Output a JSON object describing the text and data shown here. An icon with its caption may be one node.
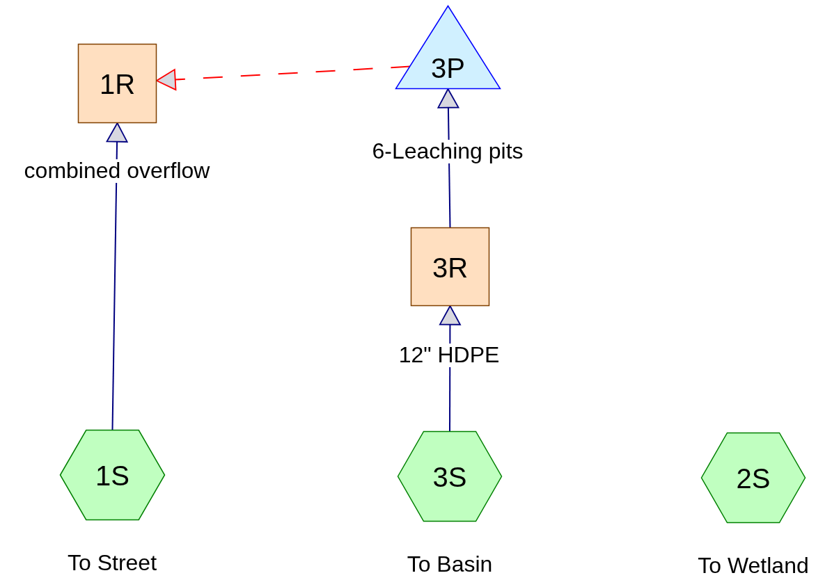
{
  "diagram": {
    "nodes": [
      {
        "text": [
          "1R"
        ],
        "beside": [
          "combined overflow"
        ]
      },
      {
        "text": [
          "3P"
        ],
        "beside": [
          "6-Leaching pits"
        ]
      },
      {
        "text": [
          "3R"
        ],
        "beside": [
          "12\" HDPE"
        ]
      },
      {
        "text": [
          "1S"
        ],
        "beside": [
          "To Street"
        ]
      },
      {
        "text": [
          "3S"
        ],
        "beside": [
          "To Basin"
        ]
      },
      {
        "text": [
          "2S"
        ],
        "beside": [
          "To Wetland"
        ]
      }
    ],
    "edges": [
      {
        "from": 3,
        "to": 0,
        "arrow": "to"
      },
      {
        "from": 2,
        "to": 1,
        "arrow": "to"
      },
      {
        "from": 4,
        "to": 2,
        "arrow": "to"
      },
      {
        "from": 1,
        "to": 0,
        "arrow": "to",
        "style": "dashed",
        "color": "#ff0000"
      }
    ]
  }
}
